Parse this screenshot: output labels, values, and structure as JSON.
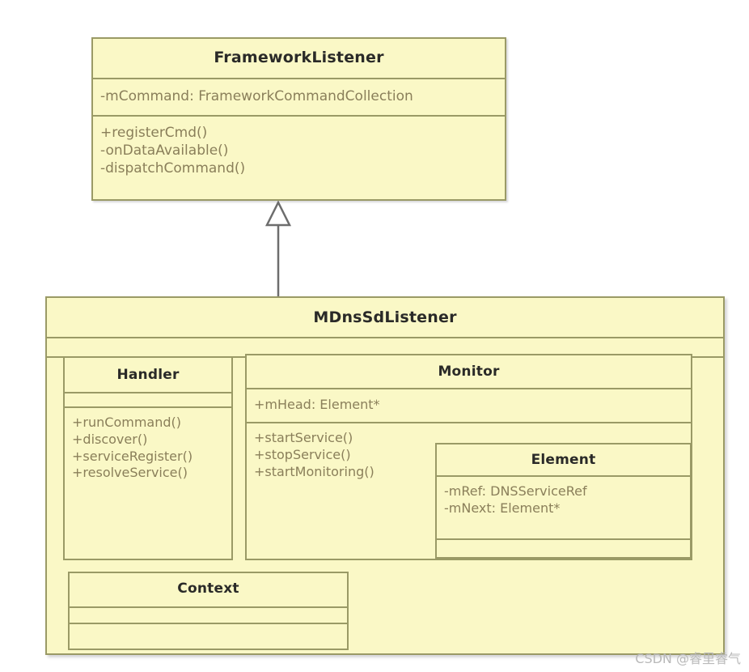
{
  "diagram": {
    "type": "uml-class-diagram",
    "colors": {
      "class_fill": "#faf8c6",
      "class_border": "#9a9a66",
      "title_text": "#2a2a28",
      "member_text": "#8a7f5a",
      "background": "#ffffff",
      "watermark_text": "#b9b9b9"
    },
    "relationships": [
      {
        "kind": "generalization",
        "label": "inheritance",
        "from": "MDnsSdListener",
        "to": "FrameworkListener"
      }
    ]
  },
  "classes": {
    "framework_listener": {
      "name": "FrameworkListener",
      "attributes": [
        "-mCommand: FrameworkCommandCollection"
      ],
      "operations": [
        "+registerCmd()",
        "-onDataAvailable()",
        "-dispatchCommand()"
      ]
    },
    "mdns_listener": {
      "name": "MDnsSdListener",
      "attributes": [],
      "operations": []
    },
    "handler": {
      "name": "Handler",
      "attributes": [],
      "operations": [
        "+runCommand()",
        "+discover()",
        "+serviceRegister()",
        "+resolveService()"
      ]
    },
    "monitor": {
      "name": "Monitor",
      "attributes": [
        "+mHead: Element*"
      ],
      "operations": [
        "+startService()",
        "+stopService()",
        "+startMonitoring()"
      ]
    },
    "element": {
      "name": "Element",
      "attributes": [
        "-mRef: DNSServiceRef",
        "-mNext: Element*"
      ],
      "operations": []
    },
    "context": {
      "name": "Context",
      "attributes": [],
      "operations": []
    }
  },
  "watermark": {
    "text": "CSDN @睿里睿气"
  }
}
